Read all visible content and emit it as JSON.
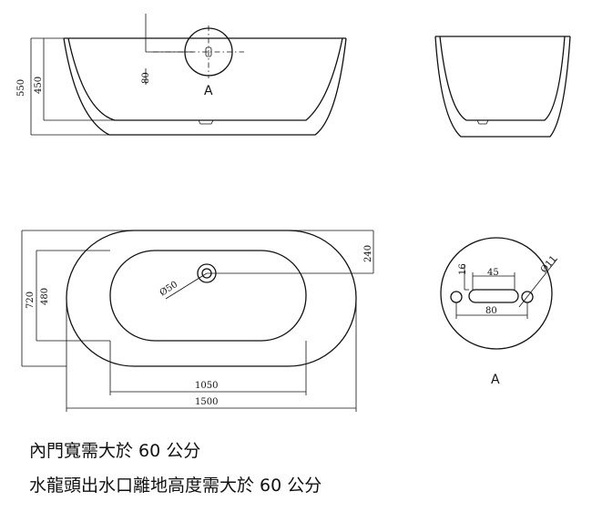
{
  "side_view": {
    "dim_total_height": "550",
    "dim_inner_depth": "450",
    "dim_offset": "80",
    "detail_label": "A"
  },
  "top_view": {
    "dim_outer_width": "720",
    "dim_inner_width": "480",
    "dim_drain_diameter": "Ø50",
    "dim_drain_offset": "240",
    "dim_inner_length": "1050",
    "dim_outer_length": "1500"
  },
  "detail_view": {
    "dim_slot_height": "16",
    "dim_slot_length": "45",
    "dim_hole_spacing": "80",
    "dim_hole_diameter": "Ø11",
    "label": "A"
  },
  "caption": {
    "line1": "內門寬需大於 60 公分",
    "line2": "水龍頭出水口離地高度需大於 60 公分"
  }
}
